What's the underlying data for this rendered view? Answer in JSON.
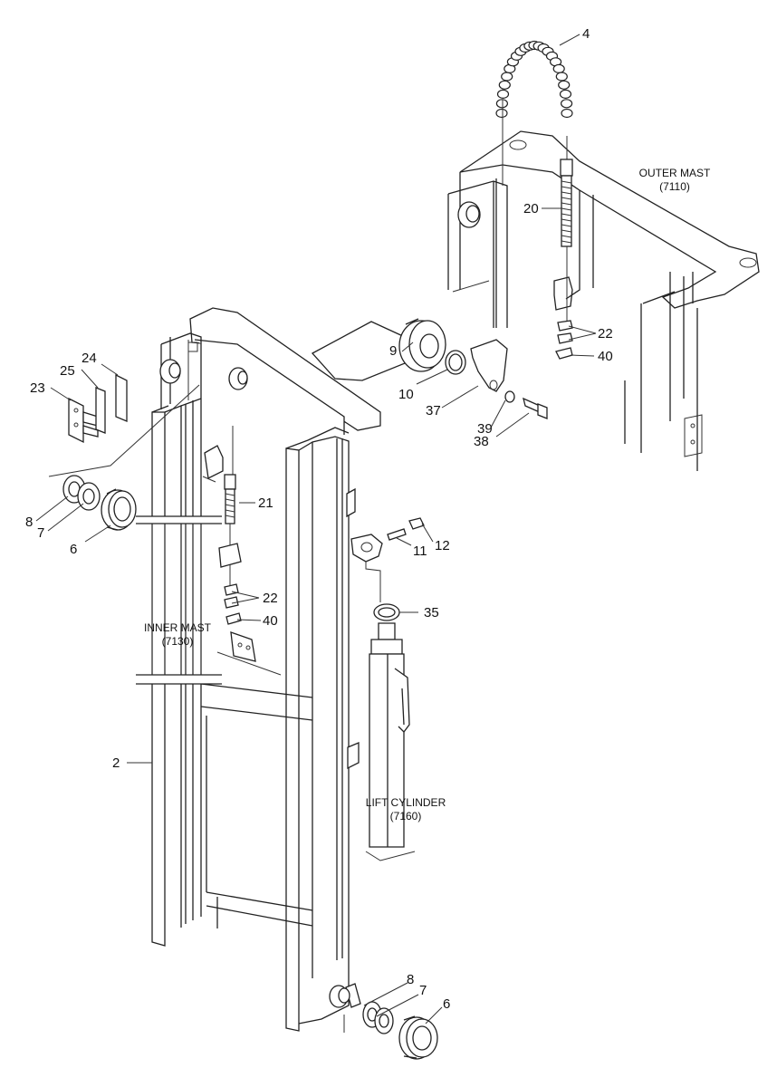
{
  "assemblies": {
    "outer_mast": {
      "name": "OUTER MAST",
      "code": "(7110)"
    },
    "inner_mast": {
      "name": "INNER MAST",
      "code": "(7130)"
    },
    "lift_cylinder": {
      "name": "LIFT CYLINDER",
      "code": "(7160)"
    }
  },
  "callouts": {
    "c4": "4",
    "c20": "20",
    "c22_outer": "22",
    "c40_outer": "40",
    "c9": "9",
    "c10": "10",
    "c37": "37",
    "c39": "39",
    "c38": "38",
    "c24": "24",
    "c25": "25",
    "c23": "23",
    "c8_top": "8",
    "c7_top": "7",
    "c6_top": "6",
    "c21": "21",
    "c22_inner": "22",
    "c40_inner": "40",
    "c11": "11",
    "c12": "12",
    "c35": "35",
    "c2": "2",
    "c8_bottom": "8",
    "c7_bottom": "7",
    "c6_bottom": "6"
  }
}
